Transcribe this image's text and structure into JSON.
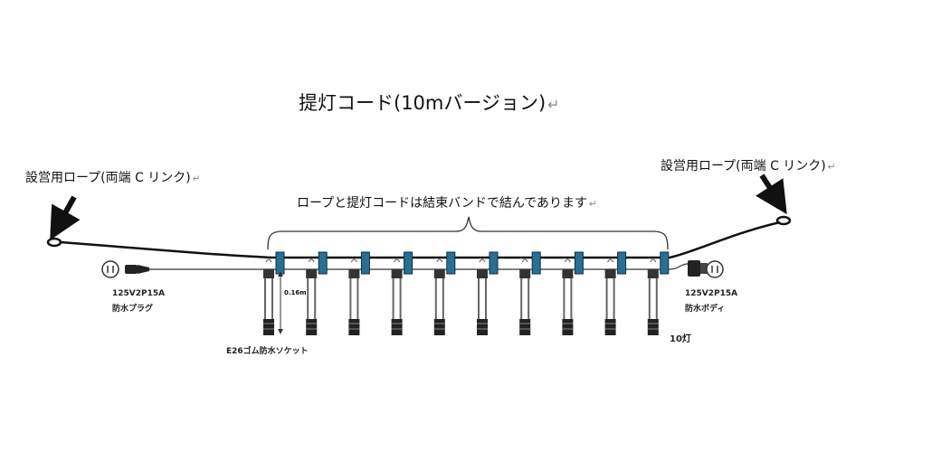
{
  "title": "提灯コード(10mバージョン)",
  "return_mark": "↵",
  "rope_left_label": "設営用ロープ(両端 C リンク)",
  "rope_right_label": "設営用ロープ(両端 C リンク)",
  "band_note": "ロープと提灯コードは結束バンドで結んであります",
  "plug": {
    "spec": "125V2P15A",
    "name": "防水プラグ"
  },
  "body_connector": {
    "spec": "125V2P15A",
    "name": "防水ボディ"
  },
  "socket_spacing": "0.16m",
  "socket_label": "E26ゴム防水ソケット",
  "lamp_count": "10灯",
  "band_count": 10,
  "colors": {
    "band": "#2a6f93",
    "cord": "#111111"
  }
}
